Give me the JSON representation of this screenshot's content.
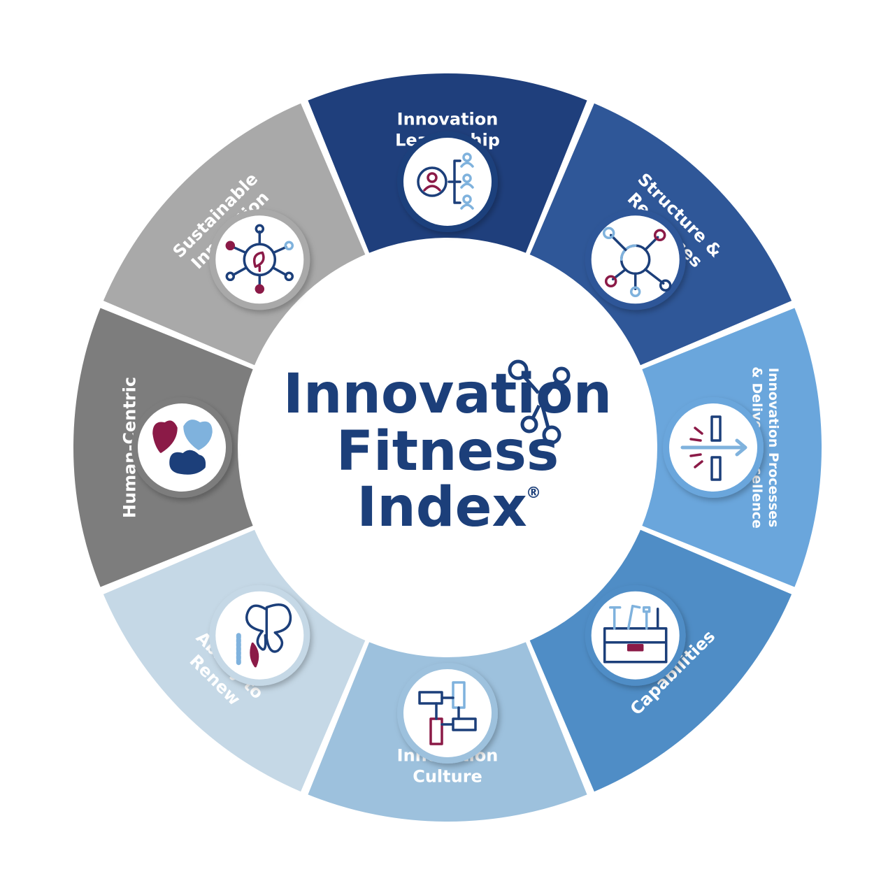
{
  "title": {
    "line1": "Innovation",
    "line2": "Fitness",
    "line3": "Index",
    "mark": "®"
  },
  "colors": {
    "brand_navy": "#1c3f7a",
    "accent_maroon": "#8b1a47",
    "accent_light_blue": "#7fb2dd"
  },
  "segments": [
    {
      "name": "innovation-leadership",
      "lines": [
        "Innovation",
        "Leadership"
      ],
      "color": "#1f3f7c",
      "icon": "leadership-org-chart-icon"
    },
    {
      "name": "structure-resources",
      "lines": [
        "Structure &",
        "Resources"
      ],
      "color": "#2f5798",
      "icon": "network-nodes-icon"
    },
    {
      "name": "innovation-processes",
      "lines": [
        "Innovation Processes",
        "& Delivery Excellence"
      ],
      "color": "#6aa6dc",
      "icon": "breakthrough-arrow-icon"
    },
    {
      "name": "capabilities",
      "lines": [
        "Capabilities"
      ],
      "color": "#4f8dc6",
      "icon": "toolbox-icon"
    },
    {
      "name": "innovation-culture",
      "lines": [
        "Innovation",
        "Culture"
      ],
      "color": "#9dc1dd",
      "icon": "joined-hands-icon"
    },
    {
      "name": "ability-to-renew",
      "lines": [
        "Ability to",
        "Renew"
      ],
      "color": "#c5d8e6",
      "icon": "butterfly-metamorphosis-icon"
    },
    {
      "name": "human-centric",
      "lines": [
        "Human-Centric"
      ],
      "color": "#7d7d7d",
      "icon": "people-hearts-icon"
    },
    {
      "name": "sustainable-innovation",
      "lines": [
        "Sustainable",
        "Innovation"
      ],
      "color": "#a9a9a9",
      "icon": "sustainable-network-icon"
    }
  ]
}
